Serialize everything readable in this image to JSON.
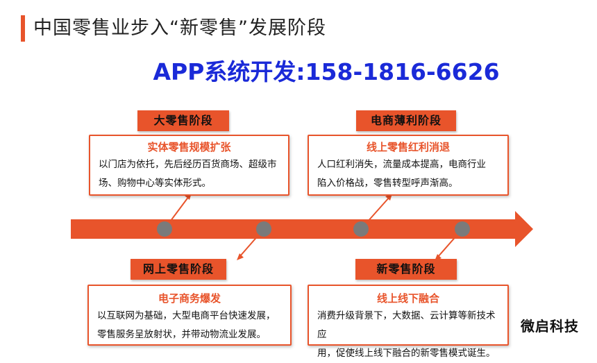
{
  "header": {
    "title": "中国零售业步入“新零售”发展阶段",
    "promo": "APP系统开发:158-1816-6626",
    "watermark": "微启科技"
  },
  "colors": {
    "accent": "#e8542b",
    "promo": "#1a2ad8",
    "dot": "#7a7a7a"
  },
  "stages": [
    {
      "tag": "大零售阶段",
      "card_title": "实体零售规模扩张",
      "body": [
        "以门店为依托，先后经历百货商场、超级市",
        "场、购物中心等实体形式。"
      ]
    },
    {
      "tag": "网上零售阶段",
      "card_title": "电子商务爆发",
      "body": [
        "以互联网为基础，大型电商平台快速发展，",
        "零售服务呈放射状，并带动物流业发展。"
      ]
    },
    {
      "tag": "电商薄利阶段",
      "card_title": "线上零售红利消退",
      "body": [
        "人口红利消失，流量成本提高，电商行业",
        "陷入价格战，零售转型呼声渐高。"
      ]
    },
    {
      "tag": "新零售阶段",
      "card_title": "线上线下融合",
      "body": [
        "消费升级背景下，大数据、云计算等新技术应",
        "用，促使线上线下融合的新零售模式诞生。"
      ]
    }
  ]
}
